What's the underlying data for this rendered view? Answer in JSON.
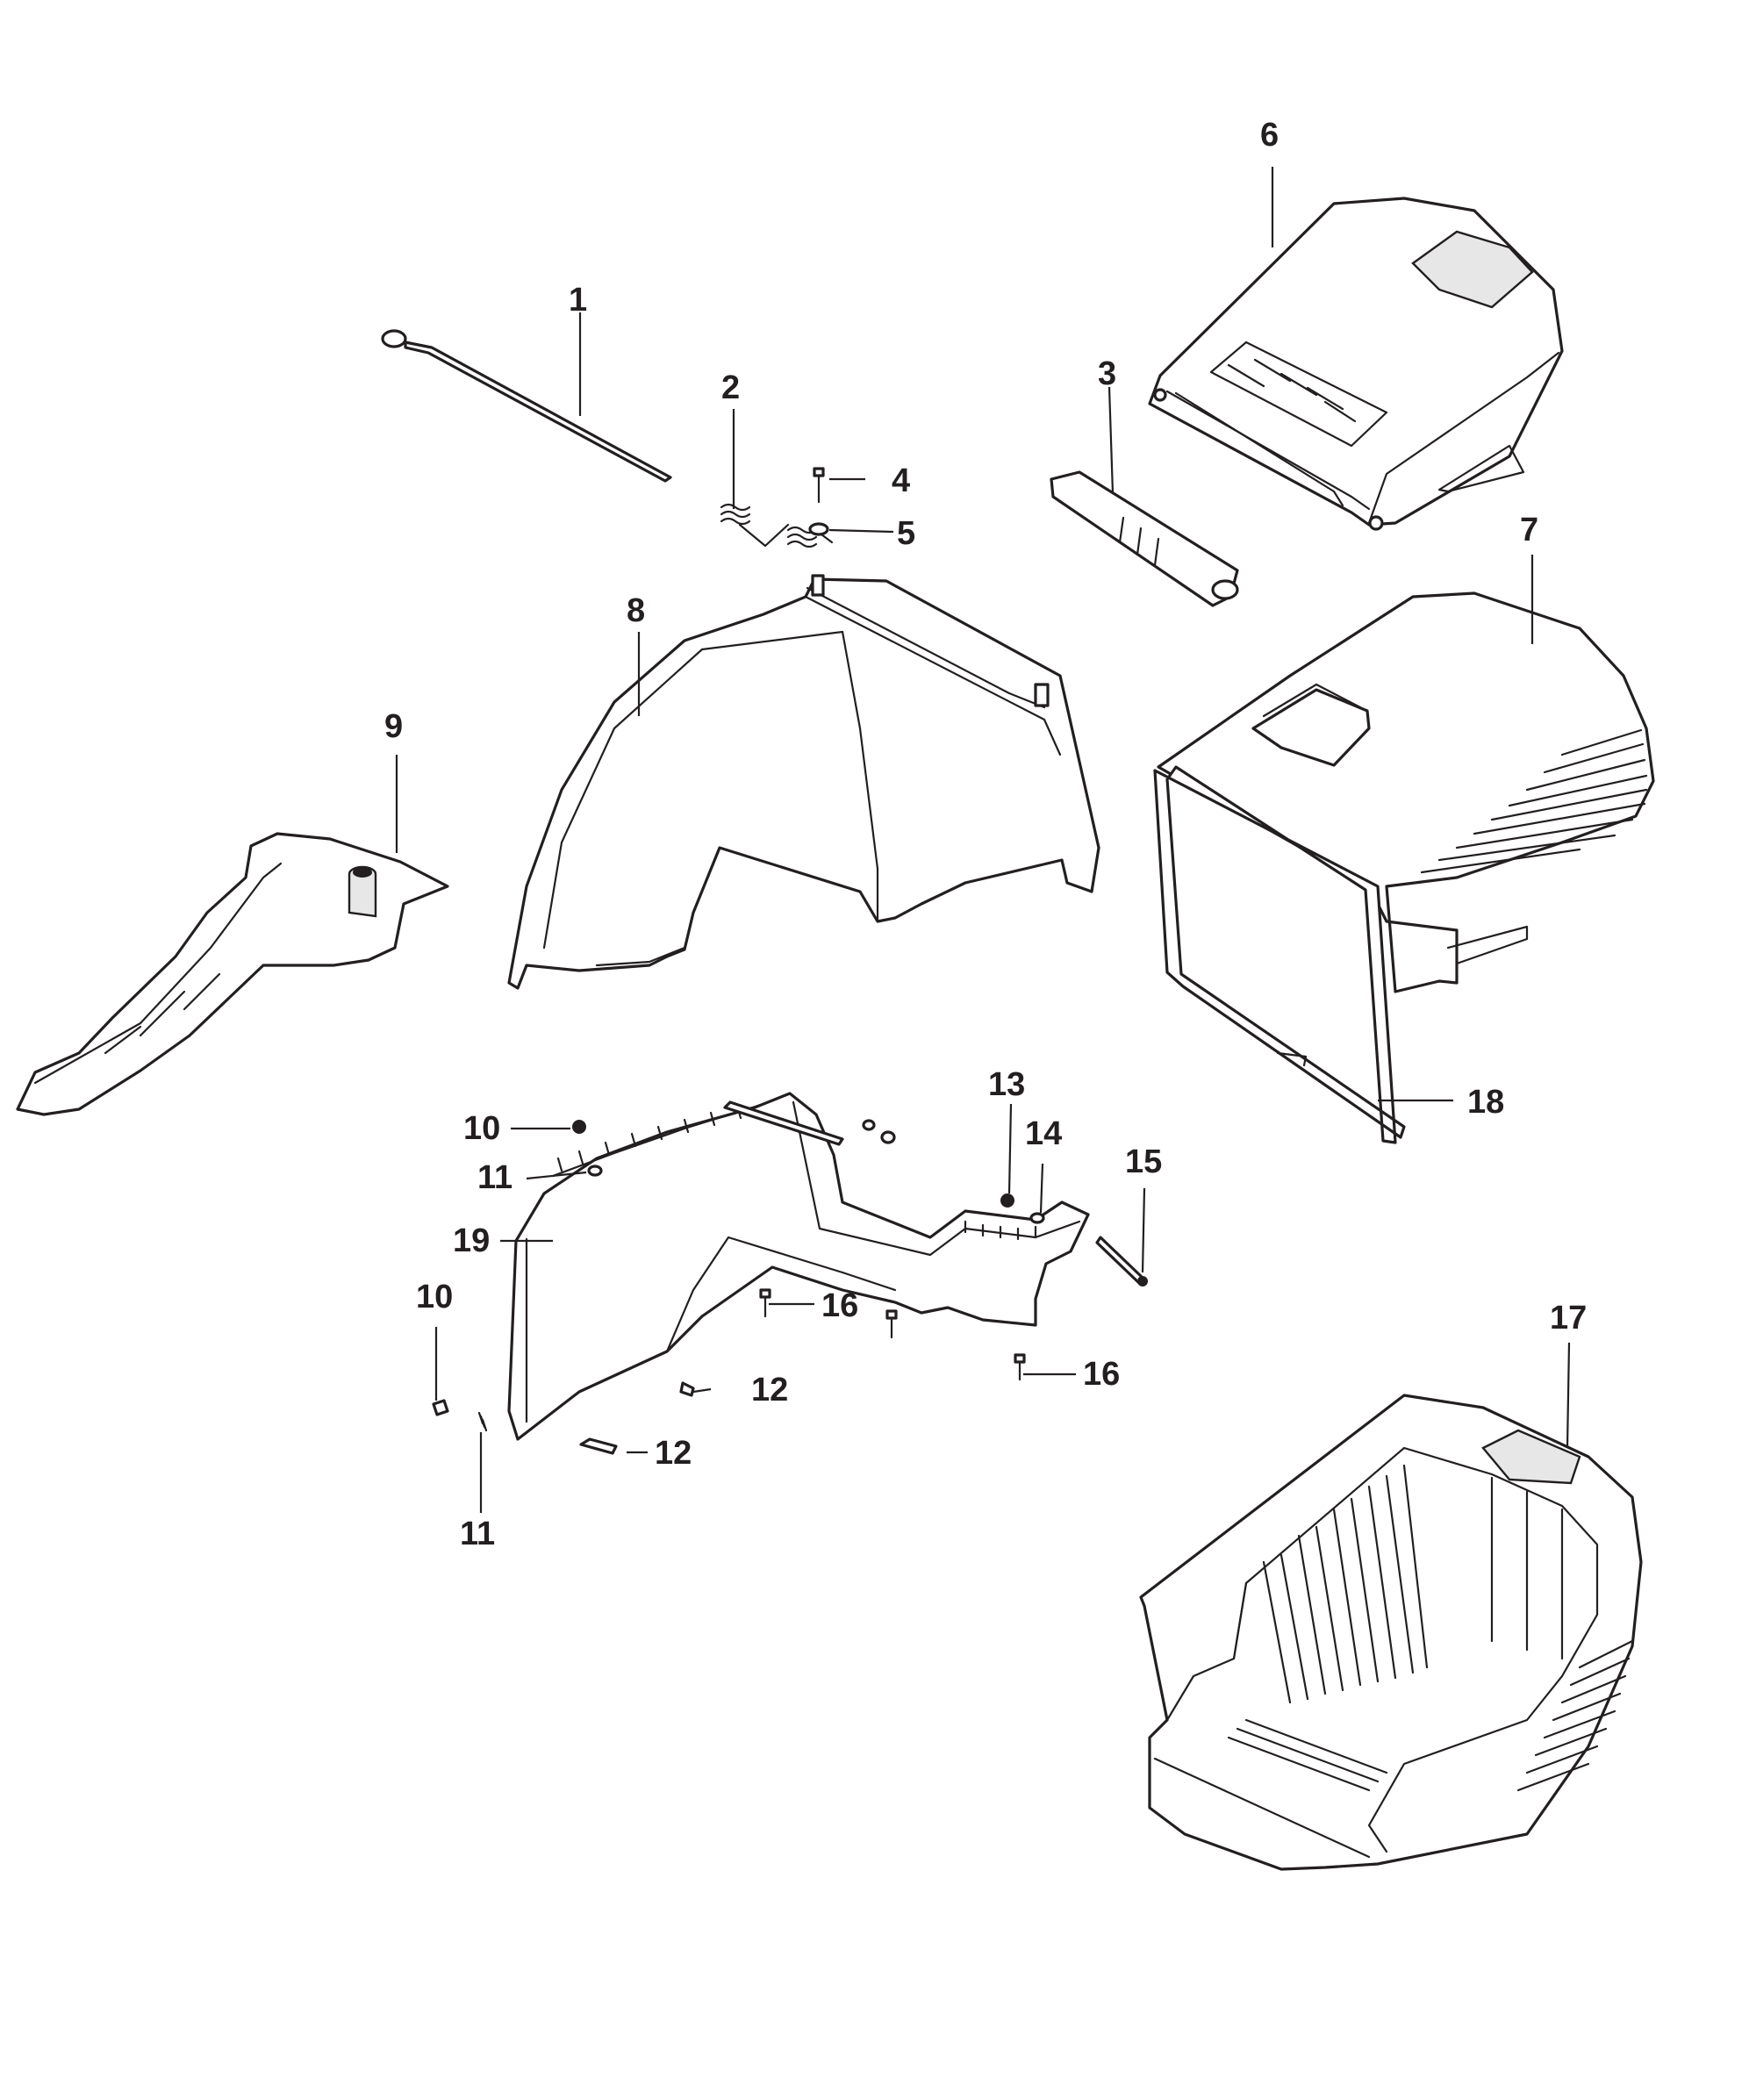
{
  "callouts": {
    "c1": "1",
    "c2": "2",
    "c3": "3",
    "c4": "4",
    "c5": "5",
    "c6": "6",
    "c7": "7",
    "c8": "8",
    "c9": "9",
    "c10a": "10",
    "c10b": "10",
    "c11a": "11",
    "c11b": "11",
    "c12a": "12",
    "c12b": "12",
    "c13": "13",
    "c14": "14",
    "c15": "15",
    "c16a": "16",
    "c16b": "16",
    "c17": "17",
    "c18": "18",
    "c19": "19"
  },
  "colors": {
    "line": "#231f20",
    "background": "#ffffff"
  }
}
